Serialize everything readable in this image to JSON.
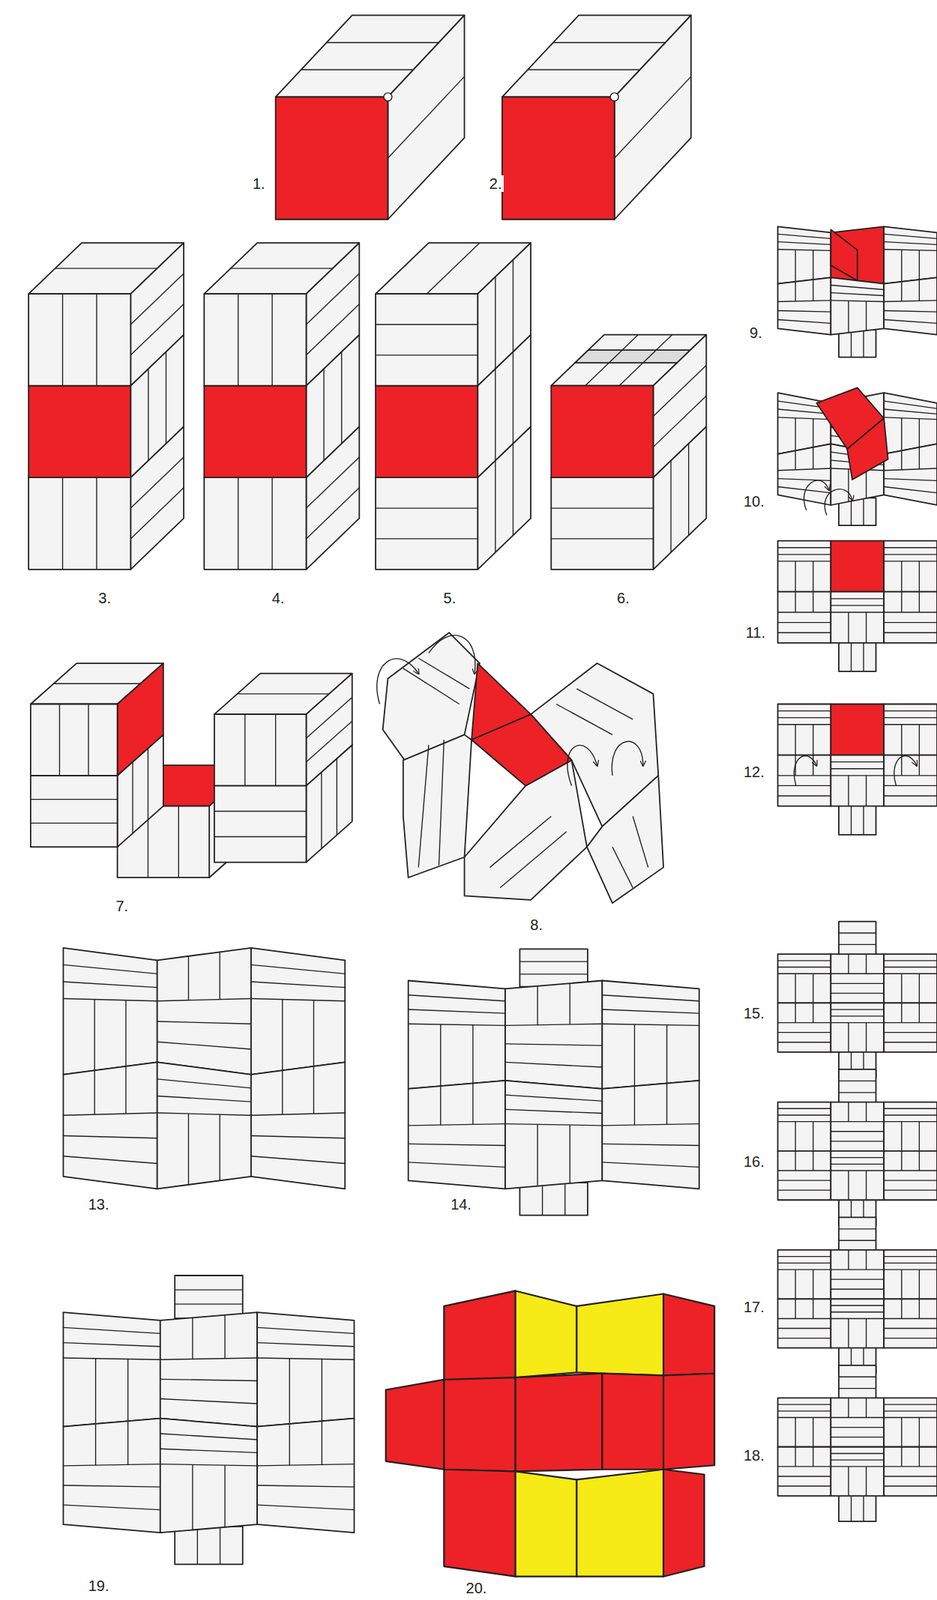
{
  "diagram": {
    "labels": [
      "1.",
      "2.",
      "3.",
      "4.",
      "5.",
      "6.",
      "7.",
      "8.",
      "9.",
      "10.",
      "11.",
      "12.",
      "13.",
      "14.",
      "15.",
      "16.",
      "17.",
      "18.",
      "19.",
      "20."
    ]
  }
}
